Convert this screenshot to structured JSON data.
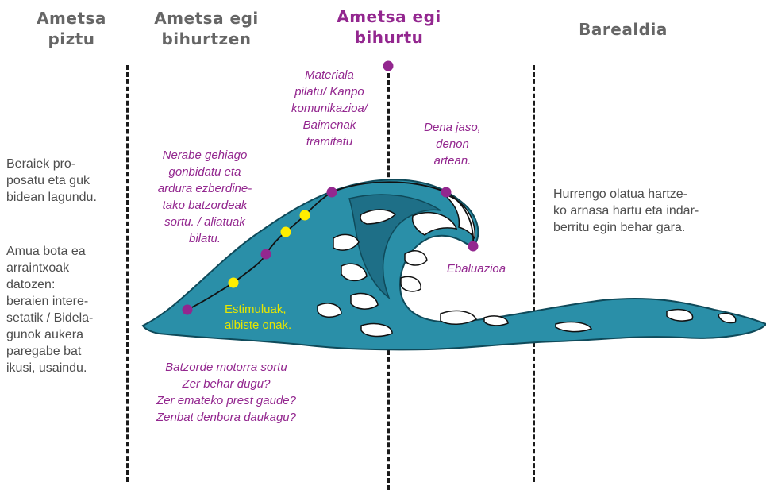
{
  "phases": [
    {
      "id": "piztu",
      "title": "Ametsa\npiztu"
    },
    {
      "id": "bihurtzen",
      "title": "Ametsa egi\nbihurtzen"
    },
    {
      "id": "bihurtu",
      "title": "Ametsa egi\nbihurtu"
    },
    {
      "id": "barealdia",
      "title": "Barealdia"
    }
  ],
  "notes": {
    "proposatu": "Beraiek pro-\nposatu eta guk\nbidean lagundu.",
    "amua": "Amua bota ea\narraintxoak\ndatozen:\nberaien intere-\nsetatik / Bidela-\ngunok aukera\nparegabe bat\nikusi, usaindu.",
    "nerabe": "Nerabe gehiago\ngonbidatu eta\nardura ezberdine-\ntako batzordeak\nsortu. / aliatuak\nbilatu.",
    "materiala": "Materiala\npilatu/ Kanpo\nkomunikazioa/\nBaimenak\ntramitatu",
    "dena_jaso": "Dena jaso,\ndenon\nartean.",
    "ebaluazioa": "Ebaluazioa",
    "estimuluak": "Estimuluak,\nalbiste onak.",
    "batzorde": "Batzorde motorra sortu\nZer behar dugu?\nZer emateko prest gaude?\nZenbat denbora daukagu?",
    "hurrengo": "Hurrengo olatua hartze-\nko arnasa hartu eta indar-\nberritu egin behar gara."
  },
  "colors": {
    "wave": "#2a8fa8",
    "wave_dark": "#1e6f87",
    "purple": "#93278f",
    "yellow": "#ffee00",
    "active_title": "#93278f",
    "title": "#666666"
  }
}
